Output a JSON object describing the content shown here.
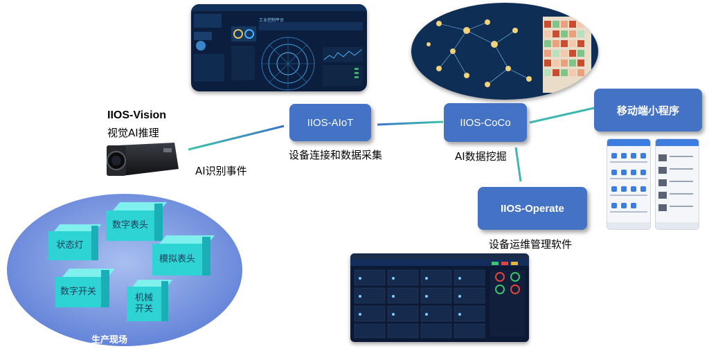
{
  "nodes": {
    "vision_title": "IIOS-Vision",
    "vision_sub": "视觉AI推理",
    "aiot_label": "IIOS-AIoT",
    "aiot_caption": "设备连接和数据采集",
    "coco_label": "IIOS-CoCo",
    "coco_caption": "AI数据挖掘",
    "operate_label": "IIOS-Operate",
    "operate_caption": "设备运维管理软件",
    "mobile_label": "移动端小程序"
  },
  "edge_labels": {
    "ai_event": "AI识别事件"
  },
  "site": {
    "title": "生产现场",
    "devices": [
      "数字表头",
      "状态灯",
      "模拟表头",
      "数字开关",
      "机械\n开关"
    ]
  },
  "screens": {
    "aiot_header": "工业控制平台"
  },
  "colors": {
    "node_blue": "#4472c4",
    "connector_teal": "#35b5a8",
    "cube_face": "#2ed4d4",
    "field_ellipse": "#6f8fdc"
  }
}
